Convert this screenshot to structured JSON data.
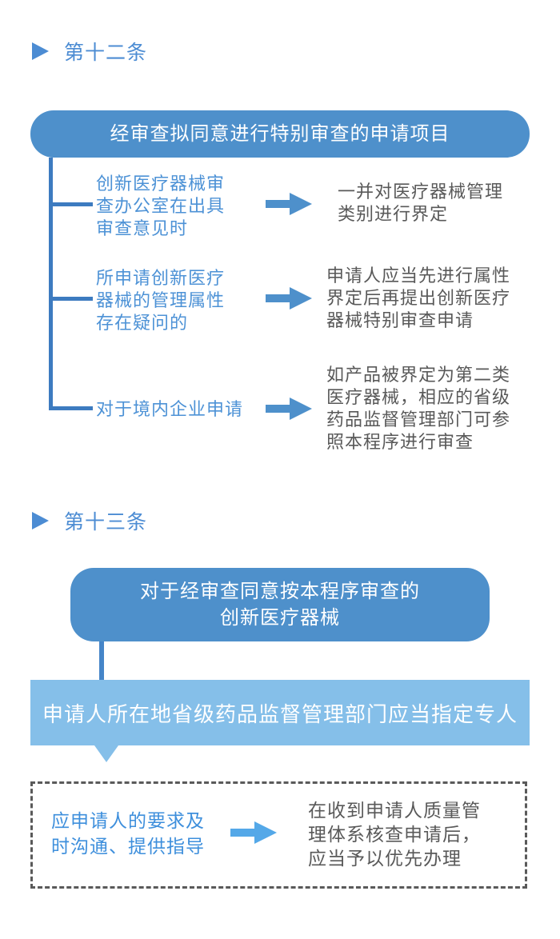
{
  "colors": {
    "box_blue": "#4E90CB",
    "banner_light_blue": "#85BFE9",
    "bottom_arrow_blue": "#54A8E8",
    "heading_blue": "#4C8CD3",
    "branch_text_blue": "#4D92D6",
    "connector_blue": "#3D7BC0",
    "body_text_gray": "#595959",
    "dashed_border_gray": "#5A5A5A",
    "dashed_left_text_blue": "#3E8FDC"
  },
  "sections": [
    {
      "heading": "第十二条",
      "box": "经审查拟同意进行特别审查的申请项目",
      "branches": [
        {
          "left": "创新医疗器械审\n查办公室在出具\n审查意见时",
          "right": "一并对医疗器械管理\n类别进行界定"
        },
        {
          "left": "所申请创新医疗\n器械的管理属性\n存在疑问的",
          "right": "申请人应当先进行属性\n界定后再提出创新医疗\n器械特别审查申请"
        },
        {
          "left": "对于境内企业申请",
          "right": "如产品被界定为第二类\n医疗器械，相应的省级\n药品监督管理部门可参\n照本程序进行审查"
        }
      ]
    },
    {
      "heading": "第十三条",
      "box": "对于经审查同意按本程序审查的\n创新医疗器械",
      "banner": "申请人所在地省级药品监督管理部门应当指定专人",
      "dashed_box": {
        "left": "应申请人的要求及\n时沟通、提供指导",
        "right": "在收到申请人质量管\n理体系核查申请后，\n应当予以优先办理"
      }
    }
  ]
}
